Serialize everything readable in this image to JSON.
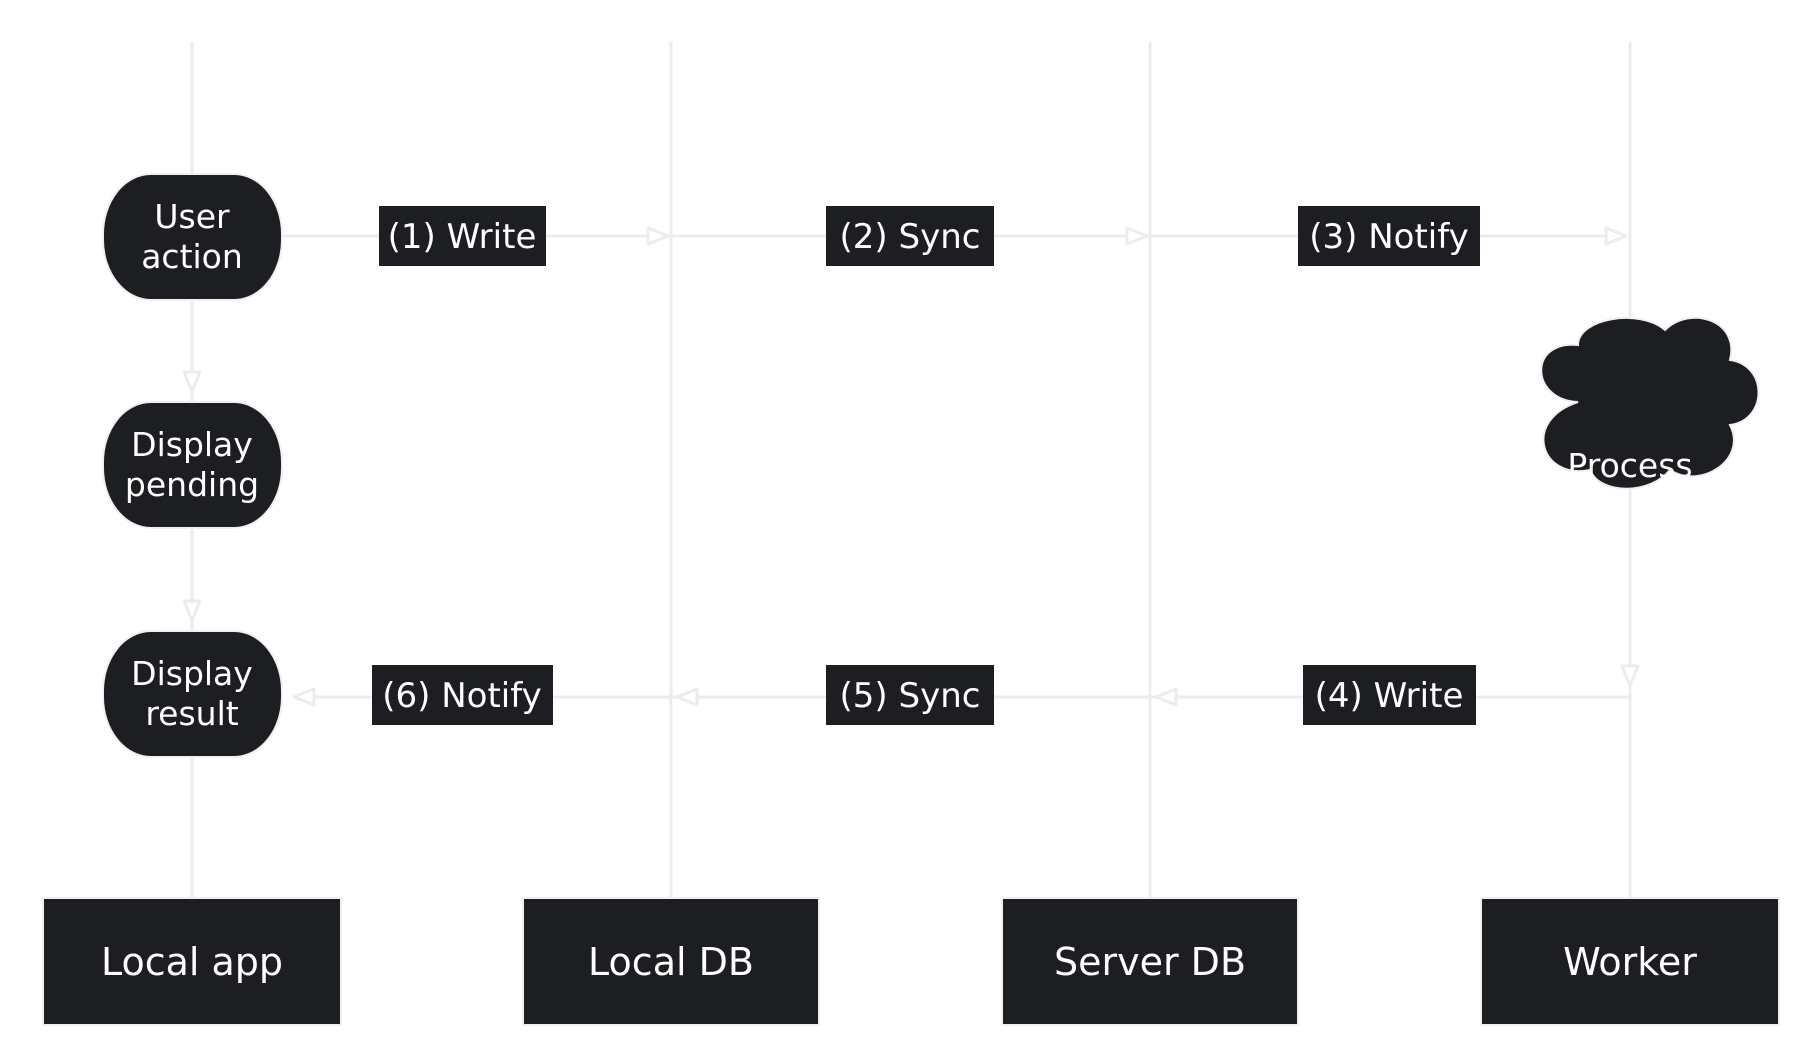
{
  "lanes": [
    {
      "id": "local-app",
      "label": "Local app"
    },
    {
      "id": "local-db",
      "label": "Local DB"
    },
    {
      "id": "server-db",
      "label": "Server DB"
    },
    {
      "id": "worker",
      "label": "Worker"
    }
  ],
  "nodes": {
    "user_action": [
      "User",
      "action"
    ],
    "display_pending": [
      "Display",
      "pending"
    ],
    "display_result": [
      "Display",
      "result"
    ],
    "process": "Process"
  },
  "steps": [
    "(1) Write",
    "(2) Sync",
    "(3) Notify",
    "(4) Write",
    "(5) Sync",
    "(6) Notify"
  ],
  "colors": {
    "node_fill": "#1d1e22",
    "text": "#ffffff",
    "connector": "#ececec",
    "background": "#ffffff"
  }
}
